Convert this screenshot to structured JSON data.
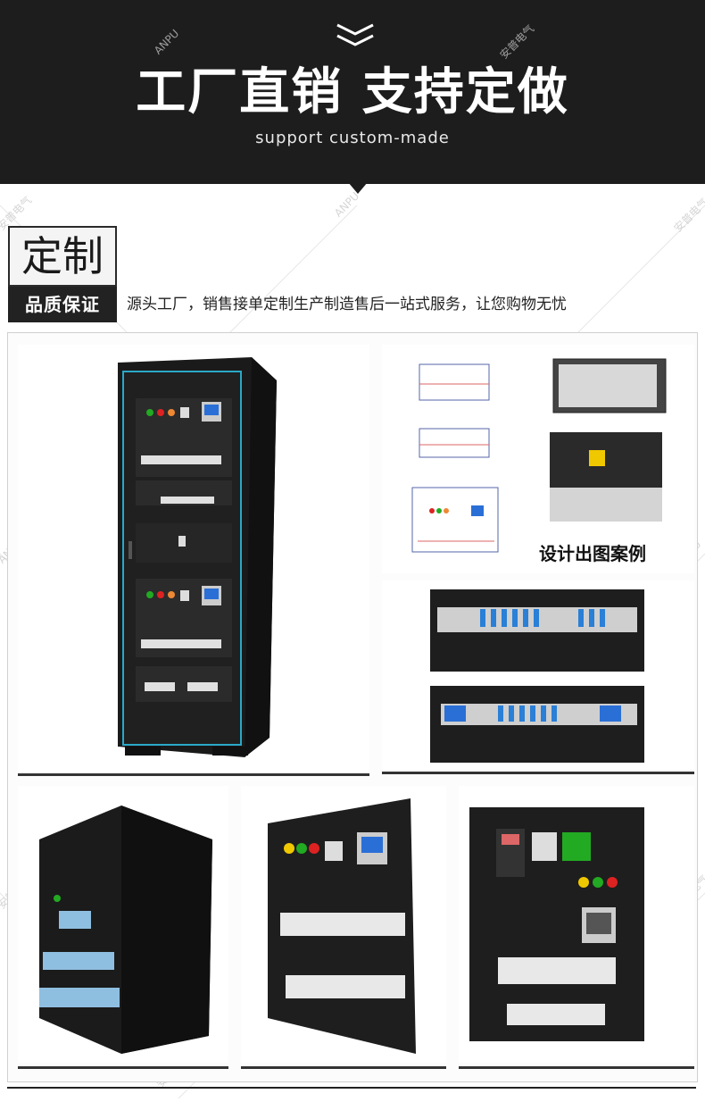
{
  "banner": {
    "title": "工厂直销 支持定做",
    "subtitle": "support custom-made"
  },
  "badge": {
    "top": "定制",
    "bottom": "品质保证"
  },
  "slogan": "源头工厂，销售接单定制生产制造售后一站式服务，让您购物无忧",
  "watermark": {
    "zh": "安普电气",
    "en": "ANPU"
  },
  "design_label": "设计出图案例",
  "products": [
    {
      "name": "cabinet-front-view"
    },
    {
      "name": "cad-drawings"
    },
    {
      "name": "rack-pdu-panels"
    },
    {
      "name": "distribution-box-side"
    },
    {
      "name": "distribution-panel-front"
    },
    {
      "name": "distribution-rack-unit"
    }
  ],
  "colors": {
    "banner": "#1d1d1d",
    "accent": "#2aa8c7"
  }
}
